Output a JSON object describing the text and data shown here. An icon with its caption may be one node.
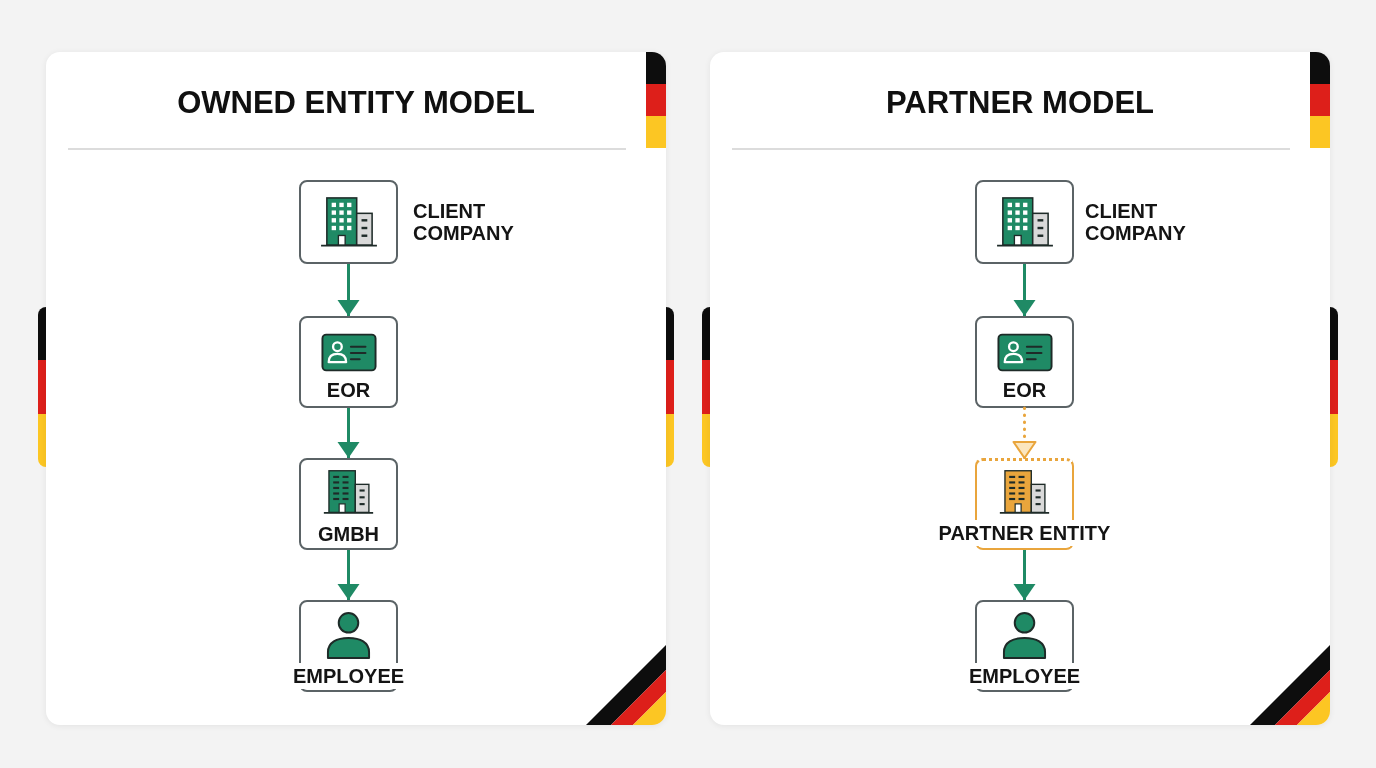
{
  "diagram": {
    "nodes": [
      {
        "text": [
          "OWNED ENTITY MODEL"
        ]
      },
      {
        "text": [
          "CLIENT COMPANY"
        ],
        "in": 0
      },
      {
        "text": [
          "EOR"
        ],
        "in": 0
      },
      {
        "text": [
          "GMBH"
        ],
        "in": 0
      },
      {
        "text": [
          "EMPLOYEE"
        ],
        "in": 0
      },
      {
        "text": [
          "PARTNER MODEL"
        ]
      },
      {
        "text": [
          "CLIENT COMPANY"
        ],
        "in": 5
      },
      {
        "text": [
          "EOR"
        ],
        "in": 5
      },
      {
        "text": [
          "PARTNER ENTITY"
        ],
        "in": 5
      },
      {
        "text": [
          "EMPLOYEE"
        ],
        "in": 5
      }
    ],
    "edges": [
      {
        "from": 1,
        "to": 2,
        "arrow": "to"
      },
      {
        "from": 2,
        "to": 3,
        "arrow": "to"
      },
      {
        "from": 3,
        "to": 4,
        "arrow": "to"
      },
      {
        "from": 6,
        "to": 7,
        "arrow": "to"
      },
      {
        "from": 7,
        "to": 8,
        "arrow": "to",
        "style": "dashed",
        "color": "#e9a53c"
      },
      {
        "from": 8,
        "to": 9,
        "arrow": "to"
      }
    ]
  }
}
